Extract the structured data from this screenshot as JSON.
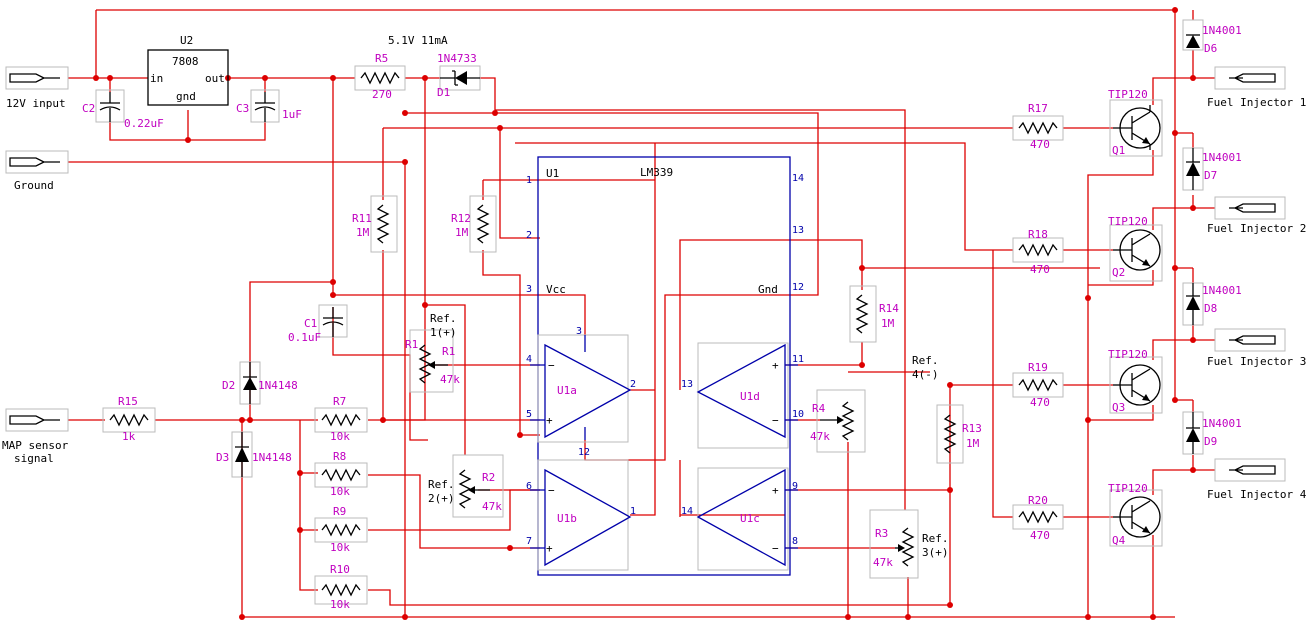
{
  "colors": {
    "wire": "#dd0000",
    "component": "#000000",
    "ic": "#0000aa",
    "designator": "#c000c0",
    "background": "#ffffff"
  },
  "connectors": {
    "input_12v": "12V input",
    "ground": "Ground",
    "map_line1": "MAP sensor",
    "map_line2": "signal",
    "inj1": "Fuel Injector 1",
    "inj2": "Fuel Injector 2",
    "inj3": "Fuel Injector 3",
    "inj4": "Fuel Injector 4"
  },
  "regulator": {
    "ref": "U2",
    "part": "7808",
    "pin_in": "in",
    "pin_out": "out",
    "pin_gnd": "gnd"
  },
  "zener": {
    "note": "5.1V 11mA",
    "part": "1N4733",
    "ref": "D1"
  },
  "caps": {
    "c2": "C2",
    "c2v": "0.22uF",
    "c3": "C3",
    "c3v": "1uF",
    "c1": "C1",
    "c1v": "0.1uF"
  },
  "resistors": {
    "r5": "R5",
    "r5v": "270",
    "r15": "R15",
    "r15v": "1k",
    "r7": "R7",
    "r7v": "10k",
    "r8": "R8",
    "r8v": "10k",
    "r9": "R9",
    "r9v": "10k",
    "r10": "R10",
    "r10v": "10k",
    "r11": "R11",
    "r11v": "1M",
    "r12": "R12",
    "r12v": "1M",
    "r13": "R13",
    "r13v": "1M",
    "r14": "R14",
    "r14v": "1M",
    "r17": "R17",
    "r17v": "470",
    "r18": "R18",
    "r18v": "470",
    "r19": "R19",
    "r19v": "470",
    "r20": "R20",
    "r20v": "470"
  },
  "pots": {
    "r1": "R1",
    "r1v": "47k",
    "r1x": "R1",
    "r2": "R2",
    "r2v": "47k",
    "r3": "R3",
    "r3v": "47k",
    "r4": "R4",
    "r4v": "47k"
  },
  "refs": {
    "ref1a": "Ref.",
    "ref1b": "1(+)",
    "ref2a": "Ref.",
    "ref2b": "2(+)",
    "ref3a": "Ref.",
    "ref3b": "3(+)",
    "ref4a": "Ref.",
    "ref4b": "4(-)"
  },
  "diodes": {
    "d2": "D2",
    "d2p": "1N4148",
    "d3": "D3",
    "d3p": "1N4148",
    "d6": "D6",
    "d7": "D7",
    "d8": "D8",
    "d9": "D9",
    "d6p": "1N4001",
    "d7p": "1N4001",
    "d8p": "1N4001",
    "d9p": "1N4001"
  },
  "transistors": {
    "q1": "Q1",
    "q2": "Q2",
    "q3": "Q3",
    "q4": "Q4",
    "part": "TIP120"
  },
  "ic": {
    "ref": "U1",
    "part": "LM339",
    "vcc": "Vcc",
    "gnd": "Gnd",
    "u1a": "U1a",
    "u1b": "U1b",
    "u1c": "U1c",
    "u1d": "U1d",
    "p1": "1",
    "p2": "2",
    "p3": "3",
    "p4": "4",
    "p5": "5",
    "p6": "6",
    "p7": "7",
    "p8": "8",
    "p9": "9",
    "p10": "10",
    "p11": "11",
    "p12": "12",
    "p13": "13",
    "p14": "14"
  }
}
